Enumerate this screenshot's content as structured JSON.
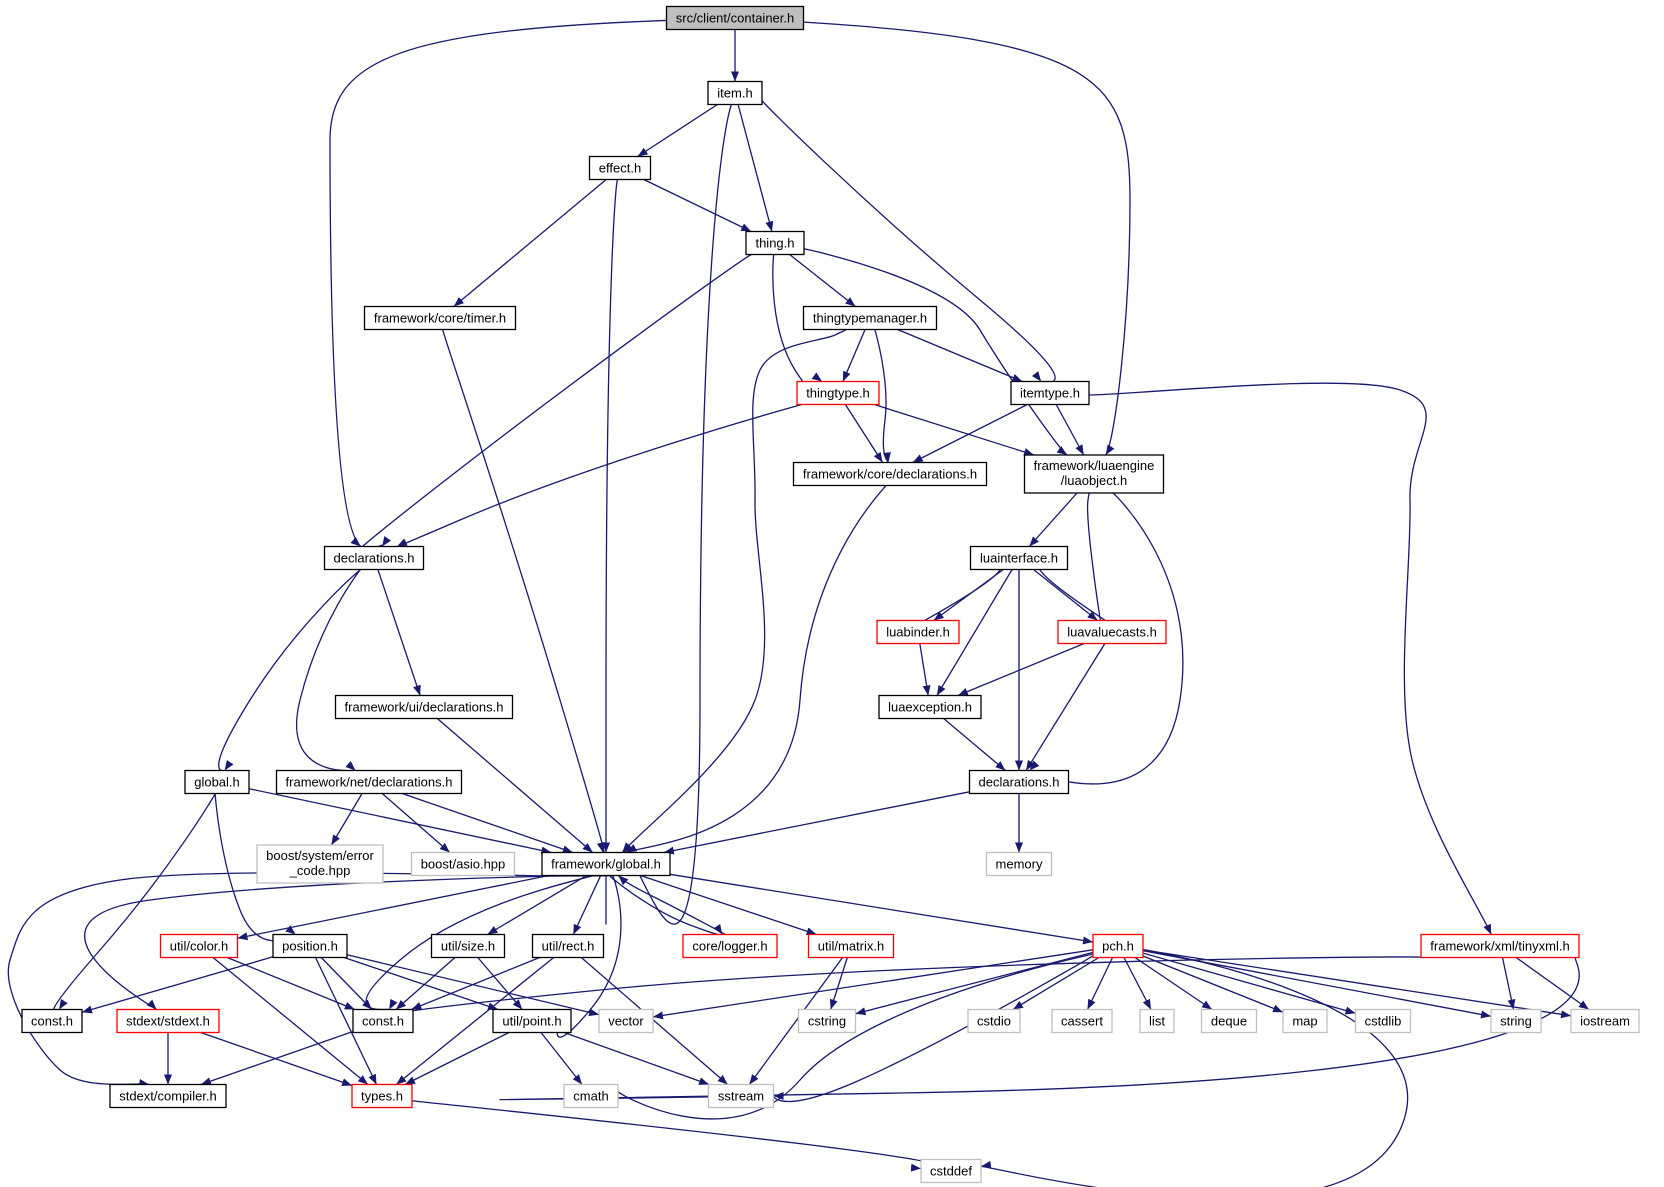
{
  "colors": {
    "edge": "#191970",
    "root_fill": "#bfbfbf",
    "normal_border": "#000000",
    "truncated_border": "#ff0000",
    "external_border": "#bfbfbf"
  },
  "nodes": [
    {
      "id": "container",
      "label": "src/client/container.h",
      "kind": "root"
    },
    {
      "id": "item",
      "label": "item.h",
      "kind": "normal"
    },
    {
      "id": "effect",
      "label": "effect.h",
      "kind": "normal"
    },
    {
      "id": "thing",
      "label": "thing.h",
      "kind": "normal"
    },
    {
      "id": "timer",
      "label": "framework/core/timer.h",
      "kind": "normal"
    },
    {
      "id": "thingtypemanager",
      "label": "thingtypemanager.h",
      "kind": "normal"
    },
    {
      "id": "thingtype",
      "label": "thingtype.h",
      "kind": "truncated"
    },
    {
      "id": "itemtype",
      "label": "itemtype.h",
      "kind": "normal"
    },
    {
      "id": "coredecl",
      "label": "framework/core/declarations.h",
      "kind": "normal"
    },
    {
      "id": "luaobject",
      "label": [
        "framework/luaengine",
        "/luaobject.h"
      ],
      "kind": "normal"
    },
    {
      "id": "decl",
      "label": "declarations.h",
      "kind": "normal"
    },
    {
      "id": "luainterface",
      "label": "luainterface.h",
      "kind": "normal"
    },
    {
      "id": "luabinder",
      "label": "luabinder.h",
      "kind": "truncated"
    },
    {
      "id": "luavaluecasts",
      "label": "luavaluecasts.h",
      "kind": "truncated"
    },
    {
      "id": "uidecl",
      "label": "framework/ui/declarations.h",
      "kind": "normal"
    },
    {
      "id": "luaexception",
      "label": "luaexception.h",
      "kind": "normal"
    },
    {
      "id": "global",
      "label": "global.h",
      "kind": "normal"
    },
    {
      "id": "netdecl",
      "label": "framework/net/declarations.h",
      "kind": "normal"
    },
    {
      "id": "luadecl",
      "label": "declarations.h",
      "kind": "normal"
    },
    {
      "id": "errorcode",
      "label": [
        "boost/system/error",
        "_code.hpp"
      ],
      "kind": "external"
    },
    {
      "id": "asio",
      "label": "boost/asio.hpp",
      "kind": "external"
    },
    {
      "id": "fwglobal",
      "label": "framework/global.h",
      "kind": "normal"
    },
    {
      "id": "memory",
      "label": "memory",
      "kind": "external"
    },
    {
      "id": "color",
      "label": "util/color.h",
      "kind": "truncated"
    },
    {
      "id": "position",
      "label": "position.h",
      "kind": "normal"
    },
    {
      "id": "size",
      "label": "util/size.h",
      "kind": "normal"
    },
    {
      "id": "rect",
      "label": "util/rect.h",
      "kind": "normal"
    },
    {
      "id": "logger",
      "label": "core/logger.h",
      "kind": "truncated"
    },
    {
      "id": "matrix",
      "label": "util/matrix.h",
      "kind": "truncated"
    },
    {
      "id": "pch",
      "label": "pch.h",
      "kind": "truncated"
    },
    {
      "id": "tinyxml",
      "label": "framework/xml/tinyxml.h",
      "kind": "truncated"
    },
    {
      "id": "consth1",
      "label": "const.h",
      "kind": "normal"
    },
    {
      "id": "stdext",
      "label": "stdext/stdext.h",
      "kind": "truncated"
    },
    {
      "id": "consth2",
      "label": "const.h",
      "kind": "normal"
    },
    {
      "id": "point",
      "label": "util/point.h",
      "kind": "normal"
    },
    {
      "id": "vector",
      "label": "vector",
      "kind": "external"
    },
    {
      "id": "cstring",
      "label": "cstring",
      "kind": "external"
    },
    {
      "id": "cstdio",
      "label": "cstdio",
      "kind": "external"
    },
    {
      "id": "cassert",
      "label": "cassert",
      "kind": "external"
    },
    {
      "id": "list",
      "label": "list",
      "kind": "external"
    },
    {
      "id": "deque",
      "label": "deque",
      "kind": "external"
    },
    {
      "id": "map",
      "label": "map",
      "kind": "external"
    },
    {
      "id": "cstdlib",
      "label": "cstdlib",
      "kind": "external"
    },
    {
      "id": "string",
      "label": "string",
      "kind": "external"
    },
    {
      "id": "iostream",
      "label": "iostream",
      "kind": "external"
    },
    {
      "id": "compiler",
      "label": "stdext/compiler.h",
      "kind": "normal"
    },
    {
      "id": "types",
      "label": "types.h",
      "kind": "truncated"
    },
    {
      "id": "cmath",
      "label": "cmath",
      "kind": "external"
    },
    {
      "id": "sstream",
      "label": "sstream",
      "kind": "external"
    },
    {
      "id": "cstddef",
      "label": "cstddef",
      "kind": "external"
    }
  ],
  "edges": [
    {
      "from": "container",
      "to": "item"
    },
    {
      "from": "container",
      "to": "decl"
    },
    {
      "from": "container",
      "to": "luaobject"
    },
    {
      "from": "item",
      "to": "effect"
    },
    {
      "from": "item",
      "to": "thing"
    },
    {
      "from": "item",
      "to": "itemtype"
    },
    {
      "from": "item",
      "to": "fwglobal"
    },
    {
      "from": "effect",
      "to": "thing"
    },
    {
      "from": "effect",
      "to": "timer"
    },
    {
      "from": "effect",
      "to": "fwglobal"
    },
    {
      "from": "thing",
      "to": "thingtypemanager"
    },
    {
      "from": "thing",
      "to": "thingtype"
    },
    {
      "from": "thing",
      "to": "decl"
    },
    {
      "from": "thing",
      "to": "luaobject"
    },
    {
      "from": "timer",
      "to": "fwglobal"
    },
    {
      "from": "thingtypemanager",
      "to": "thingtype"
    },
    {
      "from": "thingtypemanager",
      "to": "itemtype"
    },
    {
      "from": "thingtypemanager",
      "to": "coredecl"
    },
    {
      "from": "thingtypemanager",
      "to": "fwglobal"
    },
    {
      "from": "thingtype",
      "to": "coredecl"
    },
    {
      "from": "thingtype",
      "to": "luaobject"
    },
    {
      "from": "thingtype",
      "to": "decl"
    },
    {
      "from": "itemtype",
      "to": "coredecl"
    },
    {
      "from": "itemtype",
      "to": "luaobject"
    },
    {
      "from": "itemtype",
      "to": "tinyxml"
    },
    {
      "from": "coredecl",
      "to": "fwglobal"
    },
    {
      "from": "luaobject",
      "to": "luainterface"
    },
    {
      "from": "luaobject",
      "to": "luadecl"
    },
    {
      "from": "luainterface",
      "to": "luabinder"
    },
    {
      "from": "luainterface",
      "to": "luavaluecasts"
    },
    {
      "from": "luainterface",
      "to": "luaexception"
    },
    {
      "from": "luainterface",
      "to": "luadecl"
    },
    {
      "from": "luabinder",
      "to": "luainterface"
    },
    {
      "from": "luabinder",
      "to": "luaexception"
    },
    {
      "from": "luavaluecasts",
      "to": "luainterface"
    },
    {
      "from": "luavaluecasts",
      "to": "luaobject"
    },
    {
      "from": "luavaluecasts",
      "to": "luaexception"
    },
    {
      "from": "luavaluecasts",
      "to": "luadecl"
    },
    {
      "from": "luaexception",
      "to": "luadecl"
    },
    {
      "from": "decl",
      "to": "global"
    },
    {
      "from": "decl",
      "to": "uidecl"
    },
    {
      "from": "decl",
      "to": "netdecl"
    },
    {
      "from": "uidecl",
      "to": "fwglobal"
    },
    {
      "from": "global",
      "to": "fwglobal"
    },
    {
      "from": "global",
      "to": "consth1"
    },
    {
      "from": "global",
      "to": "position"
    },
    {
      "from": "netdecl",
      "to": "errorcode"
    },
    {
      "from": "netdecl",
      "to": "asio"
    },
    {
      "from": "netdecl",
      "to": "fwglobal"
    },
    {
      "from": "luadecl",
      "to": "fwglobal"
    },
    {
      "from": "luadecl",
      "to": "memory"
    },
    {
      "from": "fwglobal",
      "to": "color"
    },
    {
      "from": "fwglobal",
      "to": "size"
    },
    {
      "from": "fwglobal",
      "to": "rect"
    },
    {
      "from": "fwglobal",
      "to": "logger"
    },
    {
      "from": "fwglobal",
      "to": "matrix"
    },
    {
      "from": "fwglobal",
      "to": "pch"
    },
    {
      "from": "fwglobal",
      "to": "stdext"
    },
    {
      "from": "fwglobal",
      "to": "consth2"
    },
    {
      "from": "fwglobal",
      "to": "point"
    },
    {
      "from": "fwglobal",
      "to": "compiler"
    },
    {
      "from": "logger",
      "to": "fwglobal"
    },
    {
      "from": "color",
      "to": "consth2"
    },
    {
      "from": "color",
      "to": "types"
    },
    {
      "from": "position",
      "to": "consth1"
    },
    {
      "from": "position",
      "to": "consth2"
    },
    {
      "from": "position",
      "to": "point"
    },
    {
      "from": "position",
      "to": "types"
    },
    {
      "from": "position",
      "to": "vector"
    },
    {
      "from": "size",
      "to": "consth2"
    },
    {
      "from": "size",
      "to": "point"
    },
    {
      "from": "rect",
      "to": "consth2"
    },
    {
      "from": "rect",
      "to": "types"
    },
    {
      "from": "rect",
      "to": "sstream"
    },
    {
      "from": "matrix",
      "to": "cstring"
    },
    {
      "from": "matrix",
      "to": "sstream"
    },
    {
      "from": "pch",
      "to": "vector"
    },
    {
      "from": "pch",
      "to": "cstring"
    },
    {
      "from": "pch",
      "to": "cstdio"
    },
    {
      "from": "pch",
      "to": "cassert"
    },
    {
      "from": "pch",
      "to": "list"
    },
    {
      "from": "pch",
      "to": "deque"
    },
    {
      "from": "pch",
      "to": "map"
    },
    {
      "from": "pch",
      "to": "cstdlib"
    },
    {
      "from": "pch",
      "to": "string"
    },
    {
      "from": "pch",
      "to": "iostream"
    },
    {
      "from": "pch",
      "to": "cmath"
    },
    {
      "from": "pch",
      "to": "sstream"
    },
    {
      "from": "pch",
      "to": "cstddef"
    },
    {
      "from": "tinyxml",
      "to": "string"
    },
    {
      "from": "tinyxml",
      "to": "iostream"
    },
    {
      "from": "tinyxml",
      "to": "consth2"
    },
    {
      "from": "tinyxml",
      "to": "sstream"
    },
    {
      "from": "stdext",
      "to": "compiler"
    },
    {
      "from": "stdext",
      "to": "types"
    },
    {
      "from": "consth2",
      "to": "compiler"
    },
    {
      "from": "point",
      "to": "types"
    },
    {
      "from": "point",
      "to": "cmath"
    },
    {
      "from": "point",
      "to": "sstream"
    },
    {
      "from": "types",
      "to": "cstddef"
    }
  ]
}
